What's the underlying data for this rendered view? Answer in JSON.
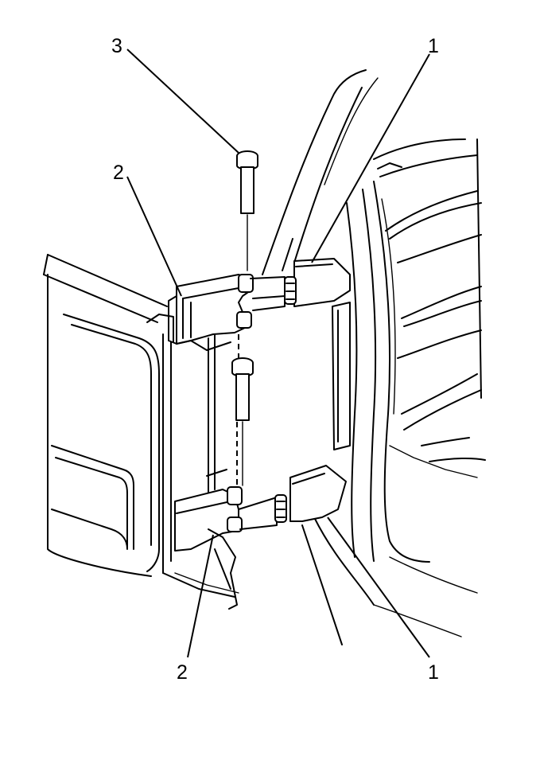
{
  "callouts": {
    "hinge_body_top": "1",
    "hinge_body_bottom": "1",
    "hinge_door_top": "2",
    "hinge_door_bottom": "2",
    "hinge_pin": "3"
  }
}
